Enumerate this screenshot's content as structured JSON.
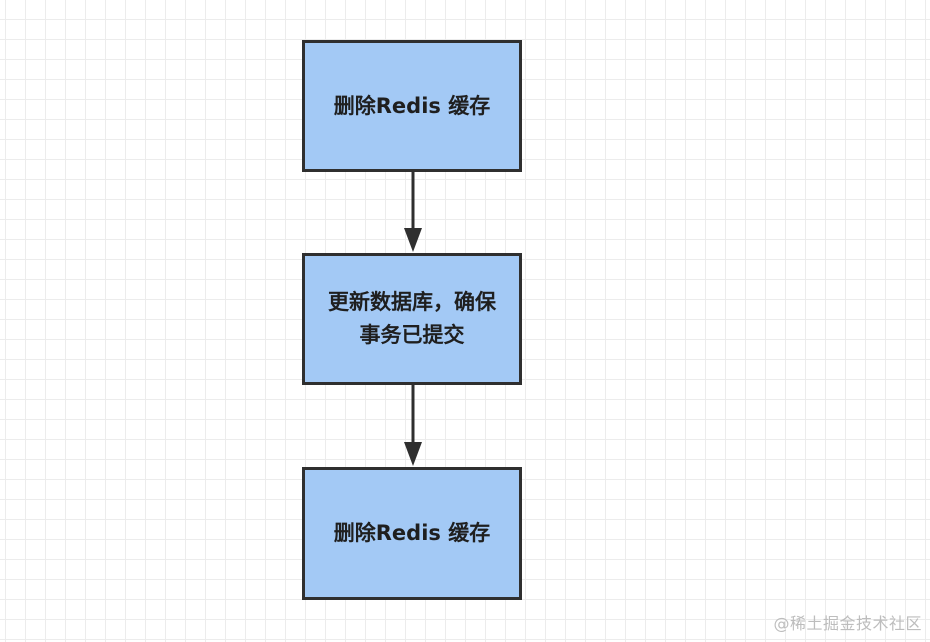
{
  "diagram": {
    "nodes": [
      {
        "id": "delete-cache-1",
        "label": "删除Redis 缓存"
      },
      {
        "id": "update-db",
        "label": "更新数据库，确保事务已提交"
      },
      {
        "id": "delete-cache-2",
        "label": "删除Redis 缓存"
      }
    ],
    "edges": [
      {
        "from": "delete-cache-1",
        "to": "update-db"
      },
      {
        "from": "update-db",
        "to": "delete-cache-2"
      }
    ]
  },
  "colors": {
    "node_fill": "#a3c9f5",
    "node_border": "#2f2f2f",
    "arrow": "#2f2f2f",
    "grid": "#ececec"
  },
  "watermark": {
    "text": "@稀土掘金技术社区"
  }
}
